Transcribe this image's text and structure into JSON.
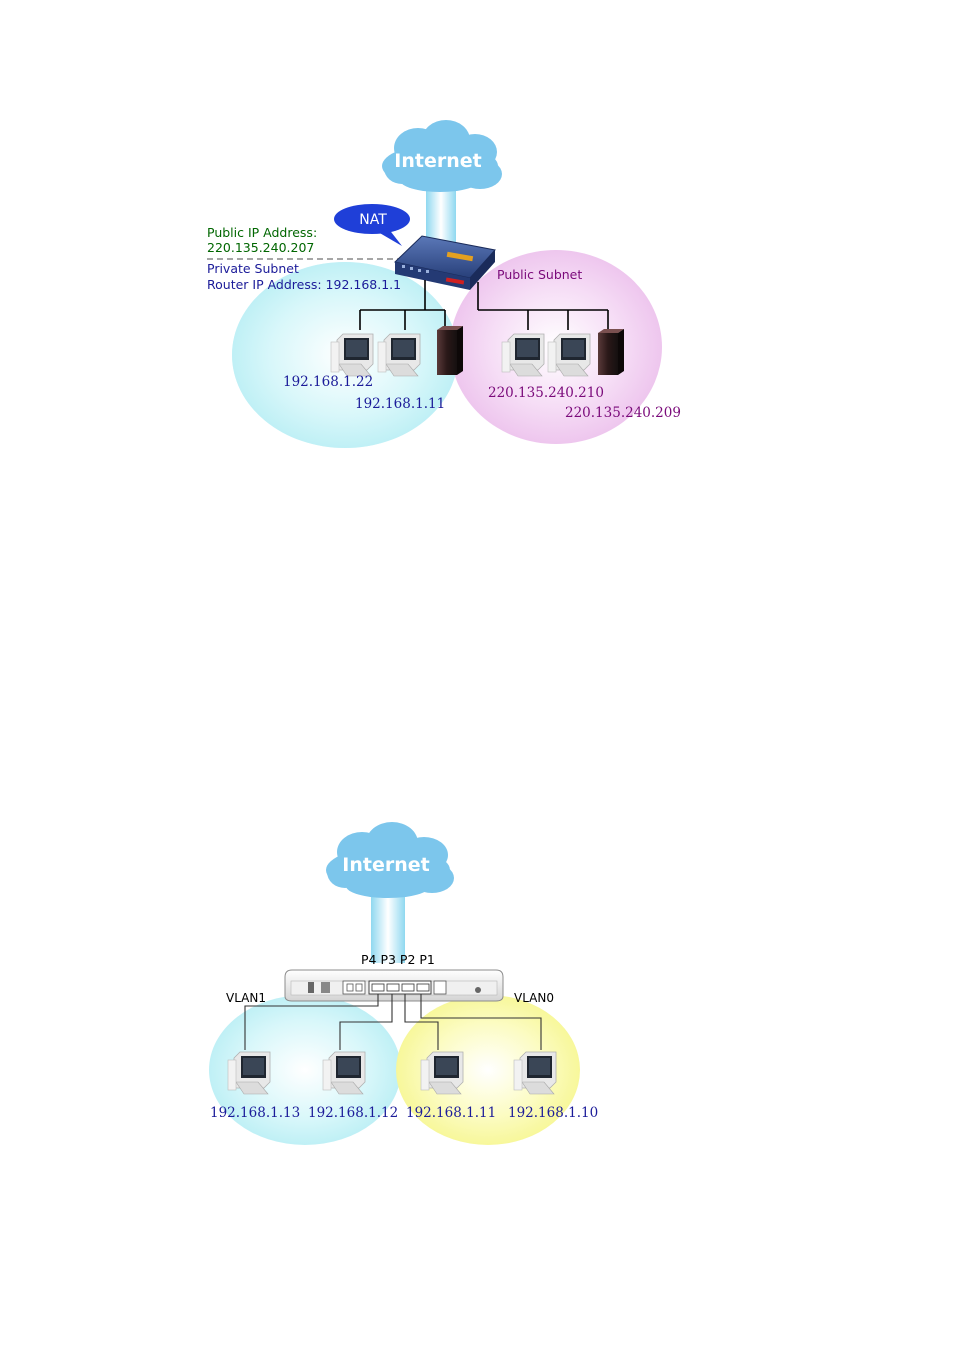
{
  "diagram1": {
    "cloud_label": "Internet",
    "nat_label": "NAT",
    "public_ip_label": "Public IP Address:",
    "public_ip_value": "220.135.240.207",
    "private_subnet_label": "Private Subnet",
    "router_ip_label": "Router IP Address: 192.168.1.1",
    "public_subnet_label": "Public Subnet",
    "private_hosts": [
      "192.168.1.22",
      "192.168.1.11"
    ],
    "public_hosts": [
      "220.135.240.210",
      "220.135.240.209"
    ],
    "colors": {
      "private_subnet": "#c9f3f7",
      "public_subnet": "#f2c9f2",
      "public_text": "#006600",
      "private_text": "#1b1b99",
      "public_subnet_text": "#7a0a7a"
    }
  },
  "diagram2": {
    "cloud_label": "Internet",
    "ports_label": "P4 P3 P2 P1",
    "vlan1_label": "VLAN1",
    "vlan0_label": "VLAN0",
    "hosts": [
      "192.168.1.13",
      "192.168.1.12",
      "192.168.1.11",
      "192.168.1.10"
    ],
    "colors": {
      "vlan1": "#c9f3f7",
      "vlan0": "#fafaa8"
    }
  }
}
